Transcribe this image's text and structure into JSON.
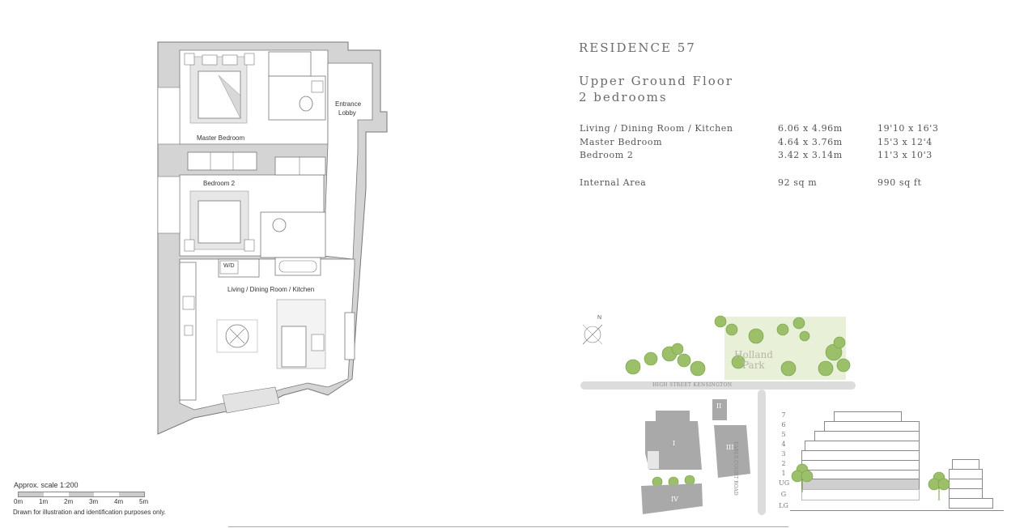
{
  "header": {
    "title": "RESIDENCE 57",
    "floor": "Upper Ground Floor",
    "bedrooms": "2 bedrooms"
  },
  "specs": [
    {
      "room": "Living / Dining Room / Kitchen",
      "metric": "6.06 x 4.96m",
      "imperial": "19'10 x 16'3"
    },
    {
      "room": "Master Bedroom",
      "metric": "4.64 x 3.76m",
      "imperial": "15'3 x 12'4"
    },
    {
      "room": "Bedroom 2",
      "metric": "3.42 x 3.14m",
      "imperial": "11'3 x 10'3"
    }
  ],
  "area": {
    "label": "Internal Area",
    "metric": "92 sq m",
    "imperial": "990 sq ft"
  },
  "plan_labels": {
    "master": "Master Bedroom",
    "bed2": "Bedroom 2",
    "living": "Living / Dining Room / Kitchen",
    "entrance_1": "Entrance",
    "entrance_2": "Lobby",
    "wd": "W/D"
  },
  "scale": {
    "label": "Approx. scale 1:200",
    "ticks": [
      "0m",
      "1m",
      "2m",
      "3m",
      "4m",
      "5m"
    ],
    "disclaimer": "Drawn for illustration and identification purposes only."
  },
  "map": {
    "park_1": "Holland",
    "park_2": "Park",
    "street": "HIGH STREET KENSINGTON",
    "side_street": "EARLS COURT ROAD",
    "compass": "N",
    "buildings": [
      "I",
      "II",
      "III",
      "IV"
    ]
  },
  "elevation": {
    "floors": [
      "7",
      "6",
      "5",
      "4",
      "3",
      "2",
      "1",
      "UG",
      "G",
      "LG"
    ]
  },
  "colors": {
    "park": "#e8f0d8",
    "tree": "#9cc06a",
    "road": "#dcdcdc",
    "building_fill": "#a9a9a9",
    "highlight_floor": "#cfcfcf"
  }
}
